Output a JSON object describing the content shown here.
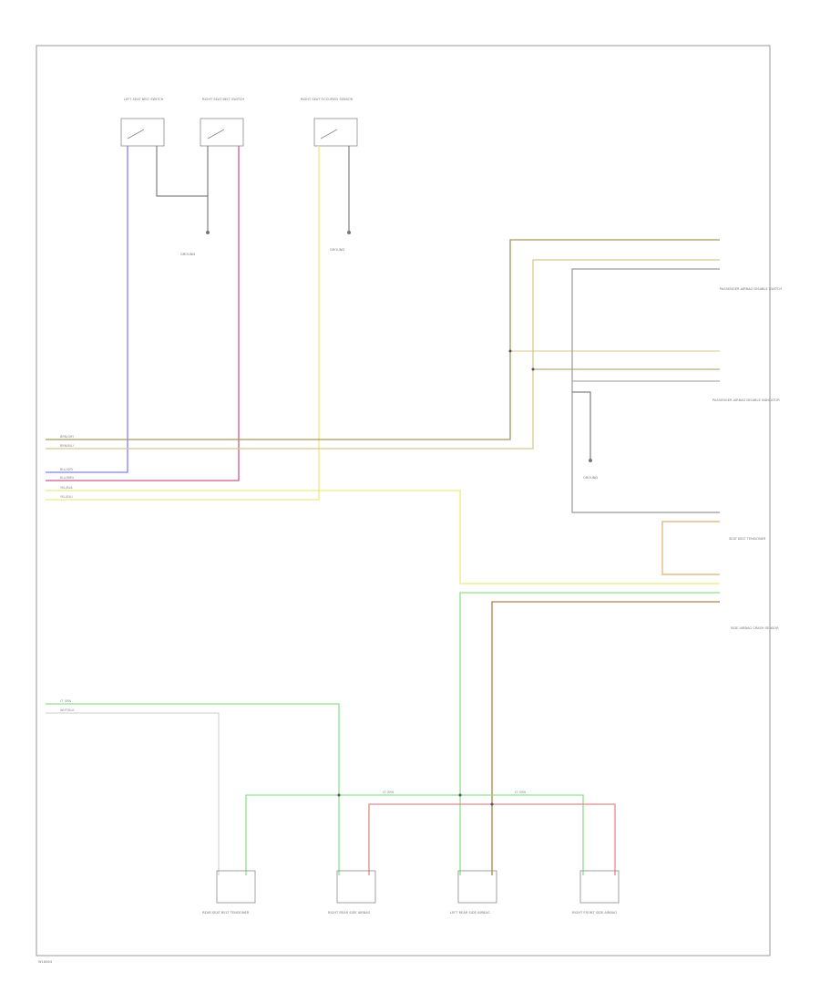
{
  "diagram_id": "W18064",
  "colors": {
    "blue": "#7f7fff",
    "pink": "#cc5a8a",
    "yellow": "#ecec80",
    "tan": "#a8985a",
    "brown": "#b08040",
    "green": "#8fe08f",
    "red": "#e08a8a",
    "grey": "#9a9a9a",
    "black": "#666666"
  },
  "switches": {
    "left_seat_belt": "LEFT SEAT BELT SWITCH",
    "right_seat_belt": "RIGHT SEAT BELT SWITCH",
    "right_seat_occupied": "RIGHT SEAT OCCUPIED SENSOR"
  },
  "grounds": {
    "g1": "GROUND",
    "g2": "GROUND",
    "g3": "GROUND"
  },
  "right_components": {
    "passenger_disable": "PASSENGER AIRBAG DISABLE SWITCH",
    "disable_indicator": "PASSENGER AIRBAG DISABLE INDICATOR",
    "seat_belt_tensioner": "SEAT BELT TENSIONER",
    "side_airbag_crash_sensor": "SIDE AIRBAG CRASH SENSOR"
  },
  "bottom_components": {
    "c1": "REAR SEAT BELT TENSIONER",
    "c2": "RIGHT REAR SIDE AIRBAG",
    "c3": "LEFT REAR SIDE AIRBAG",
    "c4": "RIGHT FRONT SIDE AIRBAG"
  },
  "wire_labels": {
    "w1": "BRN/GRY",
    "w2": "BRN/BLU",
    "w3": "BLU/GRY",
    "w4": "BLU/BRN",
    "w5": "YEL/BLK",
    "w6": "YEL/BLU",
    "w7": "LT GRN",
    "w8": "WHT/BLK",
    "w9": "LT GRN",
    "w10": "LT GRN"
  }
}
